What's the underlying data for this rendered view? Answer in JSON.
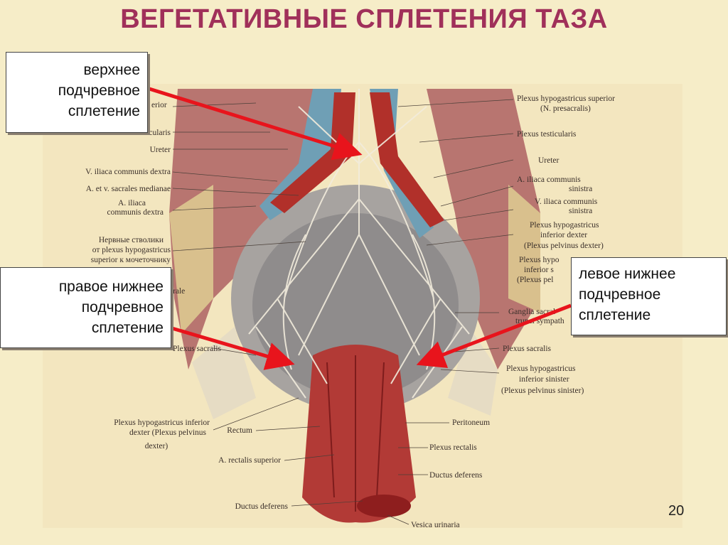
{
  "title": "ВЕГЕТАТИВНЫЕ СПЛЕТЕНИЯ ТАЗА",
  "callouts": {
    "superior": [
      "верхнее",
      "подчревное",
      "сплетение"
    ],
    "right_inferior": [
      "правое нижнее",
      "подчревное",
      "сплетение"
    ],
    "left_inferior": [
      "левое нижнее",
      "подчревное",
      "сплетение"
    ]
  },
  "left_labels": [
    "erior",
    "Plexus testicularis",
    "Ureter",
    "V. iliaca communis dextra",
    "A. et v. sacrales medianae",
    "A. iliaca",
    "communis dextra",
    "Нервные стволики",
    "от plexus hypogastricus",
    "superior к мочеточнику",
    "rale",
    "Plexus sacralis",
    "Plexus hypogastricus inferior",
    "dexter (Plexus pelvinus",
    "dexter)",
    "Rectum",
    "A. rectalis superior",
    "Ductus deferens"
  ],
  "right_labels": [
    "Plexus hypogastricus superior",
    "(N. presacralis)",
    "Plexus testicularis",
    "Ureter",
    "A. iliaca communis",
    "sinistra",
    "V. iliaca communis",
    "sinistra",
    "Plexus hypogastricus",
    "inferior dexter",
    "(Plexus pelvinus dexter)",
    "Plexus hypo",
    "inferior s",
    "(Plexus pel",
    "Ganglia sacral",
    "trunci sympath",
    "Plexus sacralis",
    "Plexus hypogastricus",
    "inferior sinister",
    "(Plexus pelvinus sinister)",
    "Peritoneum",
    "Plexus rectalis",
    "Ductus deferens",
    "Vesica urinaria"
  ],
  "slide_number": "20",
  "colors": {
    "title": "#a0305a",
    "arrow": "#e8141c",
    "background": "#f6edc8",
    "muscle": "#b86f6a",
    "artery": "#b1302a",
    "vein": "#6f9fb5",
    "nerve": "#f2ecdc"
  }
}
